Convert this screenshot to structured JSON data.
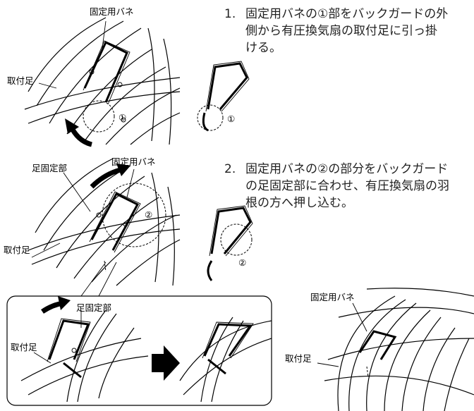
{
  "step1": {
    "number": "1.",
    "line1": "固定用バネの①部をバックガードの外",
    "line2": "側から有圧換気扇の取付足に引っ掛",
    "line3": "ける。"
  },
  "step2": {
    "number": "2.",
    "line1": "固定用バネの②の部分をバックガード",
    "line2": "の足固定部に合わせ、有圧換気扇の羽",
    "line3": "根の方へ押し込む。"
  },
  "labels": {
    "spring_top": "固定用バネ",
    "mount_foot_1": "取付足",
    "marker_1a": "①",
    "marker_1b": "①",
    "foot_fix_2": "足固定部",
    "spring_2": "固定用バネ",
    "mount_foot_2": "取付足",
    "marker_2a": "②",
    "marker_2b": "②",
    "inset_foot_fix": "足固定部",
    "inset_mount_foot": "取付足",
    "spring_3": "固定用バネ",
    "mount_foot_3": "取付足"
  }
}
